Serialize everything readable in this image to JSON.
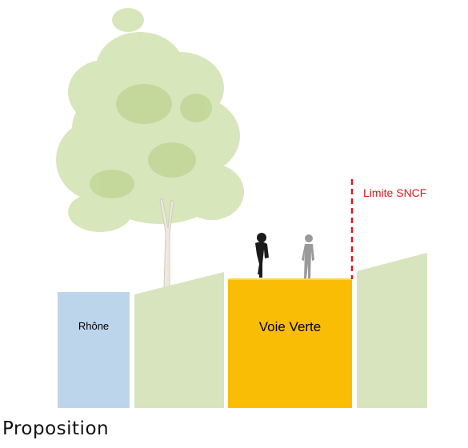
{
  "labels": {
    "rhone": "Rhône",
    "voie_verte": "Voie Verte",
    "limite_sncf": "Limite SNCF"
  },
  "caption": "Proposition",
  "colors": {
    "rhone": "#bcd5eb",
    "bank": "#d8e4bd",
    "voie_verte": "#f9bd05",
    "sncf_line": "#e0151b",
    "tree_foliage": "#c9dca3"
  },
  "icons": [
    "tree-icon",
    "cyclist-icon",
    "pedestrian-icon"
  ]
}
